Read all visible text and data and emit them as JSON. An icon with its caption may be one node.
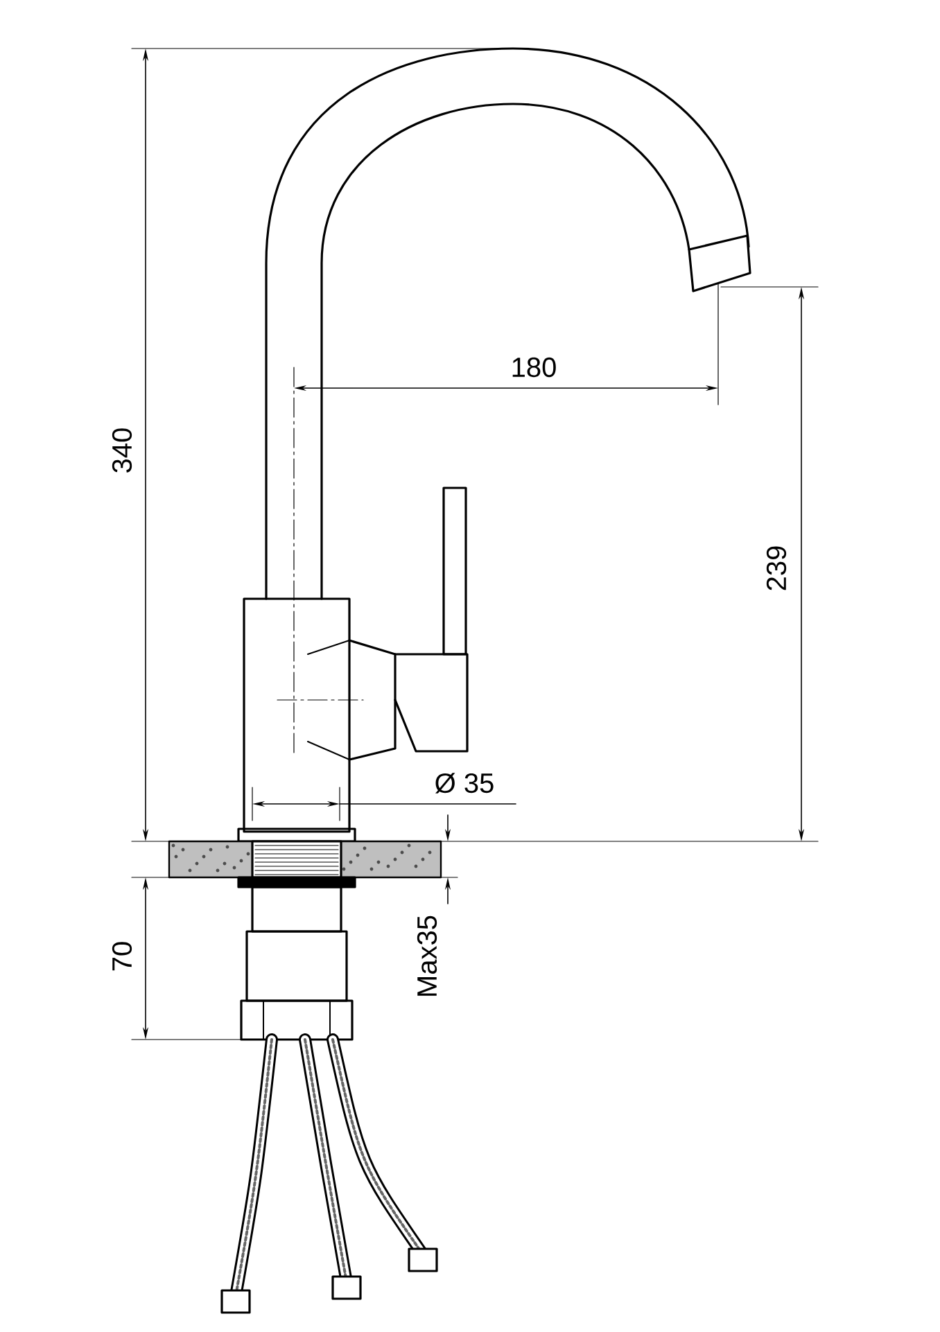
{
  "diagram": {
    "labels": [
      "340",
      "180",
      "239",
      "Ø 35",
      "70",
      "Max35"
    ]
  }
}
